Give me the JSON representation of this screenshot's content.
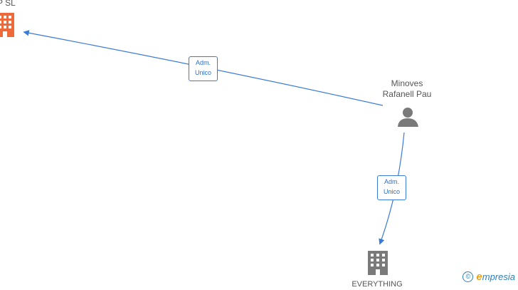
{
  "nodes": {
    "top_company": {
      "label": "P SL",
      "type": "company",
      "color": "#ef6a3a",
      "icon": "building-icon"
    },
    "person": {
      "label_line1": "Minoves",
      "label_line2": "Rafanell Pau",
      "type": "person",
      "color": "#7a7a7a",
      "icon": "person-icon"
    },
    "bottom_company": {
      "label": "EVERYTHING",
      "type": "company",
      "color": "#7a7a7a",
      "icon": "building-icon"
    }
  },
  "edges": [
    {
      "from": "person",
      "to": "top_company",
      "label_line1": "Adm.",
      "label_line2": "Unico",
      "color": "#3a7bd5"
    },
    {
      "from": "person",
      "to": "bottom_company",
      "label_line1": "Adm.",
      "label_line2": "Unico",
      "color": "#3a7bd5"
    }
  ],
  "watermark": {
    "copyright_symbol": "©",
    "brand_first": "e",
    "brand_rest": "mpresia"
  }
}
